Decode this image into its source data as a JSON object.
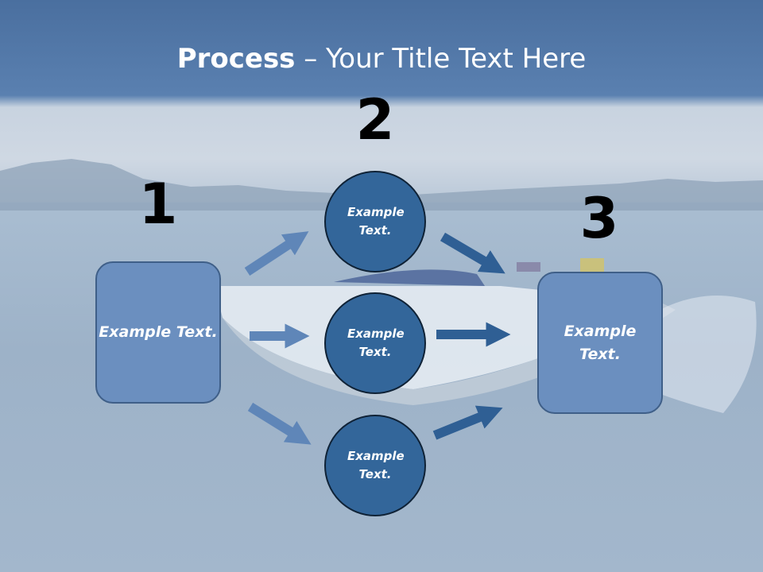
{
  "title": {
    "bold": "Process",
    "rest": " – Your Title Text Here"
  },
  "steps": {
    "one": "1",
    "two": "2",
    "three": "3"
  },
  "nodes": {
    "left": "Example Text.",
    "circle_top": "Example Text.",
    "circle_middle": "Example Text.",
    "circle_bottom": "Example Text.",
    "right": "Example Text."
  },
  "colors": {
    "box_fill": "#6b8fbf",
    "circle_fill": "#33669a",
    "arrow_light": "#5f86b8",
    "arrow_dark": "#2f5f94"
  }
}
